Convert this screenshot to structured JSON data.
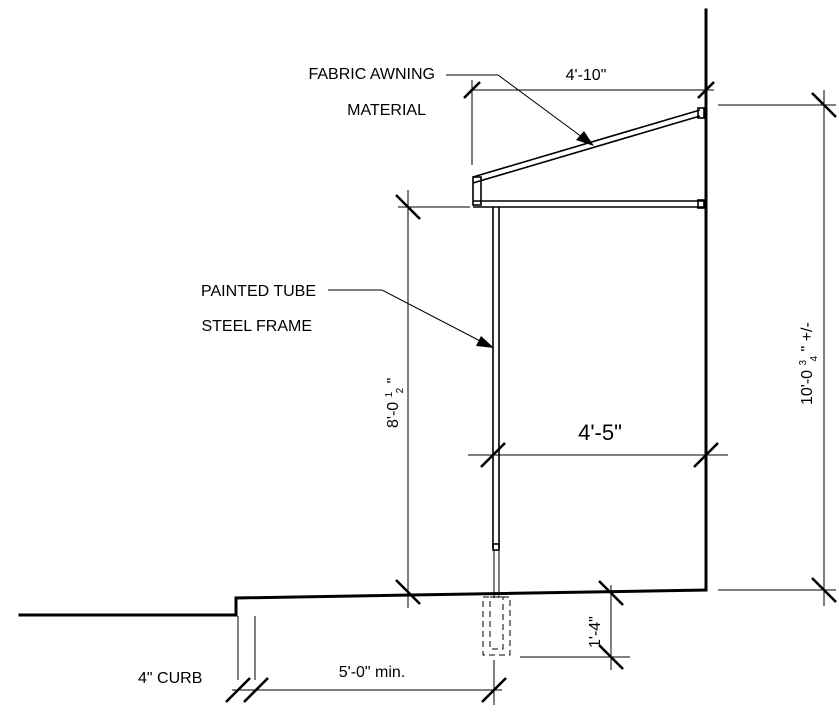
{
  "labels": {
    "awning_note_line1": "FABRIC AWNING",
    "awning_note_line2": "MATERIAL",
    "frame_note_line1": "PAINTED TUBE",
    "frame_note_line2": "STEEL FRAME",
    "curb": "4\" CURB",
    "sidewalk_width": "5'-0\"  min."
  },
  "dimensions": {
    "awning_projection": "4'-10\"",
    "frame_projection": "4'-5\"",
    "clear_height_main": "8'-0",
    "clear_height_num": "1",
    "clear_height_den": "2",
    "clear_height_suffix": "\"",
    "overall_height_main": "10'-0",
    "overall_height_num": "3",
    "overall_height_den": "4",
    "overall_height_suffix": "\" +/-",
    "footing_depth": "1'-4\""
  },
  "colors": {
    "ink": "#000000",
    "paper": "#ffffff"
  }
}
